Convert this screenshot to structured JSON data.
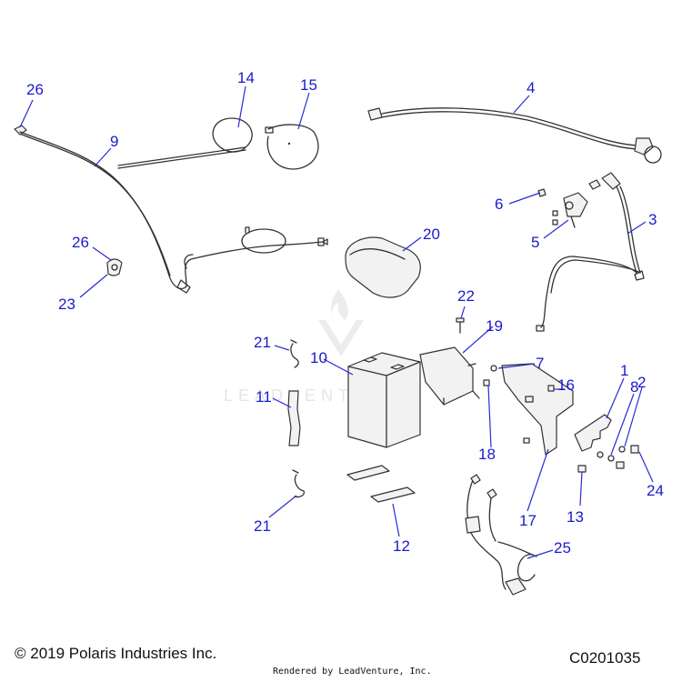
{
  "callouts": {
    "c1": "1",
    "c2": "2",
    "c3": "3",
    "c4": "4",
    "c5": "5",
    "c6": "6",
    "c7": "7",
    "c8": "8",
    "c9": "9",
    "c10": "10",
    "c11": "11",
    "c12": "12",
    "c13": "13",
    "c14": "14",
    "c15": "15",
    "c16": "16",
    "c17": "17",
    "c18": "18",
    "c19": "19",
    "c20": "20",
    "c21a": "21",
    "c21b": "21",
    "c22": "22",
    "c23": "23",
    "c24": "24",
    "c25": "25",
    "c26a": "26",
    "c26b": "26"
  },
  "footer": {
    "copyright": "© 2019 Polaris Industries Inc.",
    "drawing_id": "C0201035",
    "rendered_by": "Rendered by LeadVenture, Inc."
  },
  "colors": {
    "callout": "#1a1ad0",
    "line": "#333333",
    "watermark": "#ececec"
  }
}
